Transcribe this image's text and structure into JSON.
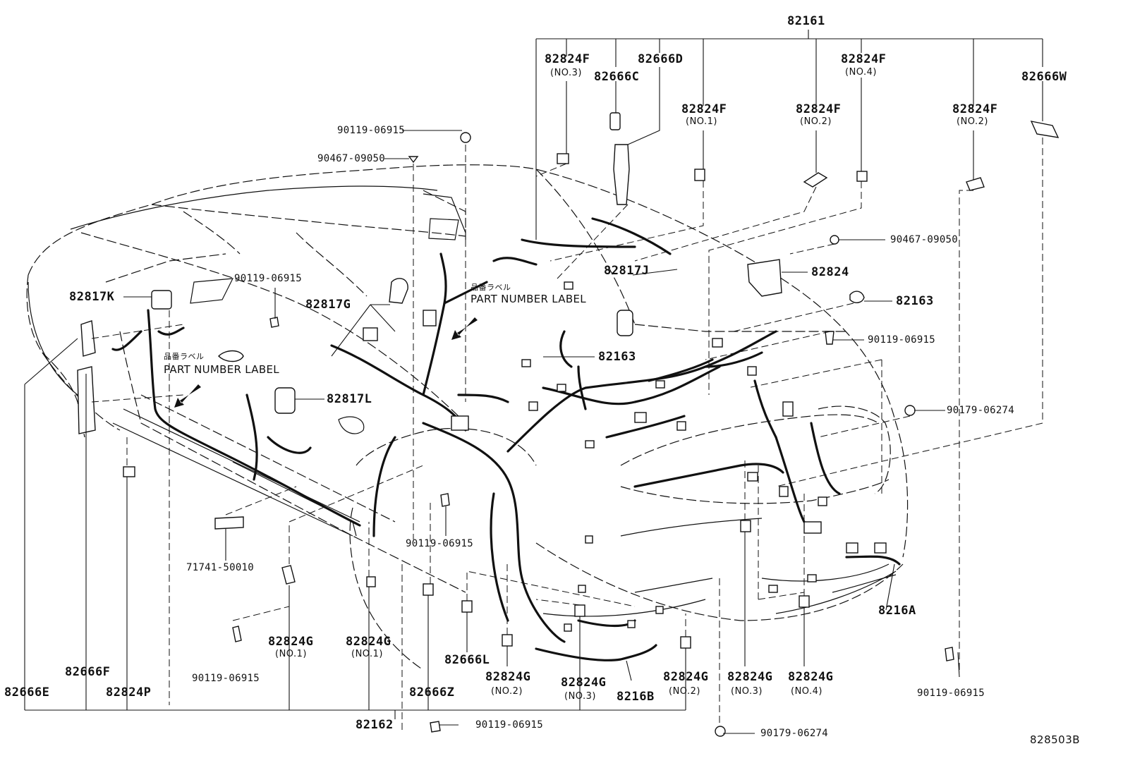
{
  "diagram_code": "828503B",
  "notes": {
    "part_number_label_jp": "品番ラベル",
    "part_number_label_en": "PART NUMBER LABEL"
  },
  "labels": {
    "p82161": "82161",
    "p82824F_no3": "82824F",
    "no3_a": "(NO.3)",
    "p82666C": "82666C",
    "p82666D": "82666D",
    "p82824F_no4": "82824F",
    "no4_a": "(NO.4)",
    "p82666W": "82666W",
    "p82824F_no1": "82824F",
    "no1_a": "(NO.1)",
    "p82824F_no2a": "82824F",
    "no2_a": "(NO.2)",
    "p82824F_no2b": "82824F",
    "no2_b": "(NO.2)",
    "p90119_a": "90119-06915",
    "p90467_a": "90467-09050",
    "p90467_b": "90467-09050",
    "p82824": "82824",
    "p82163_a": "82163",
    "p90119_b": "90119-06915",
    "p82817J": "82817J",
    "p82817K": "82817K",
    "p90119_c": "90119-06915",
    "p82817G": "82817G",
    "p82163_b": "82163",
    "p82817L": "82817L",
    "p90179_a": "90179-06274",
    "p71741": "71741-50010",
    "p90119_d": "90119-06915",
    "p82824G_no1a": "82824G",
    "no1_b": "(NO.1)",
    "p82824G_no1b": "82824G",
    "no1_c": "(NO.1)",
    "p90119_e": "90119-06915",
    "p82666L": "82666L",
    "p82824G_no2a": "82824G",
    "no2_c": "(NO.2)",
    "p82824G_no3a": "82824G",
    "no3_b": "(NO.3)",
    "p82824G_no2b": "82824G",
    "no2_d": "(NO.2)",
    "p82824G_no3b": "82824G",
    "no3_c": "(NO.3)",
    "p82824G_no4": "82824G",
    "no4_b": "(NO.4)",
    "p8216A": "8216A",
    "p90119_f": "90119-06915",
    "p82666F": "82666F",
    "p82666E": "82666E",
    "p82824P": "82824P",
    "p82666Z": "82666Z",
    "p8216B": "8216B",
    "p82162": "82162",
    "p90119_g": "90119-06915",
    "p90179_b": "90179-06274"
  }
}
